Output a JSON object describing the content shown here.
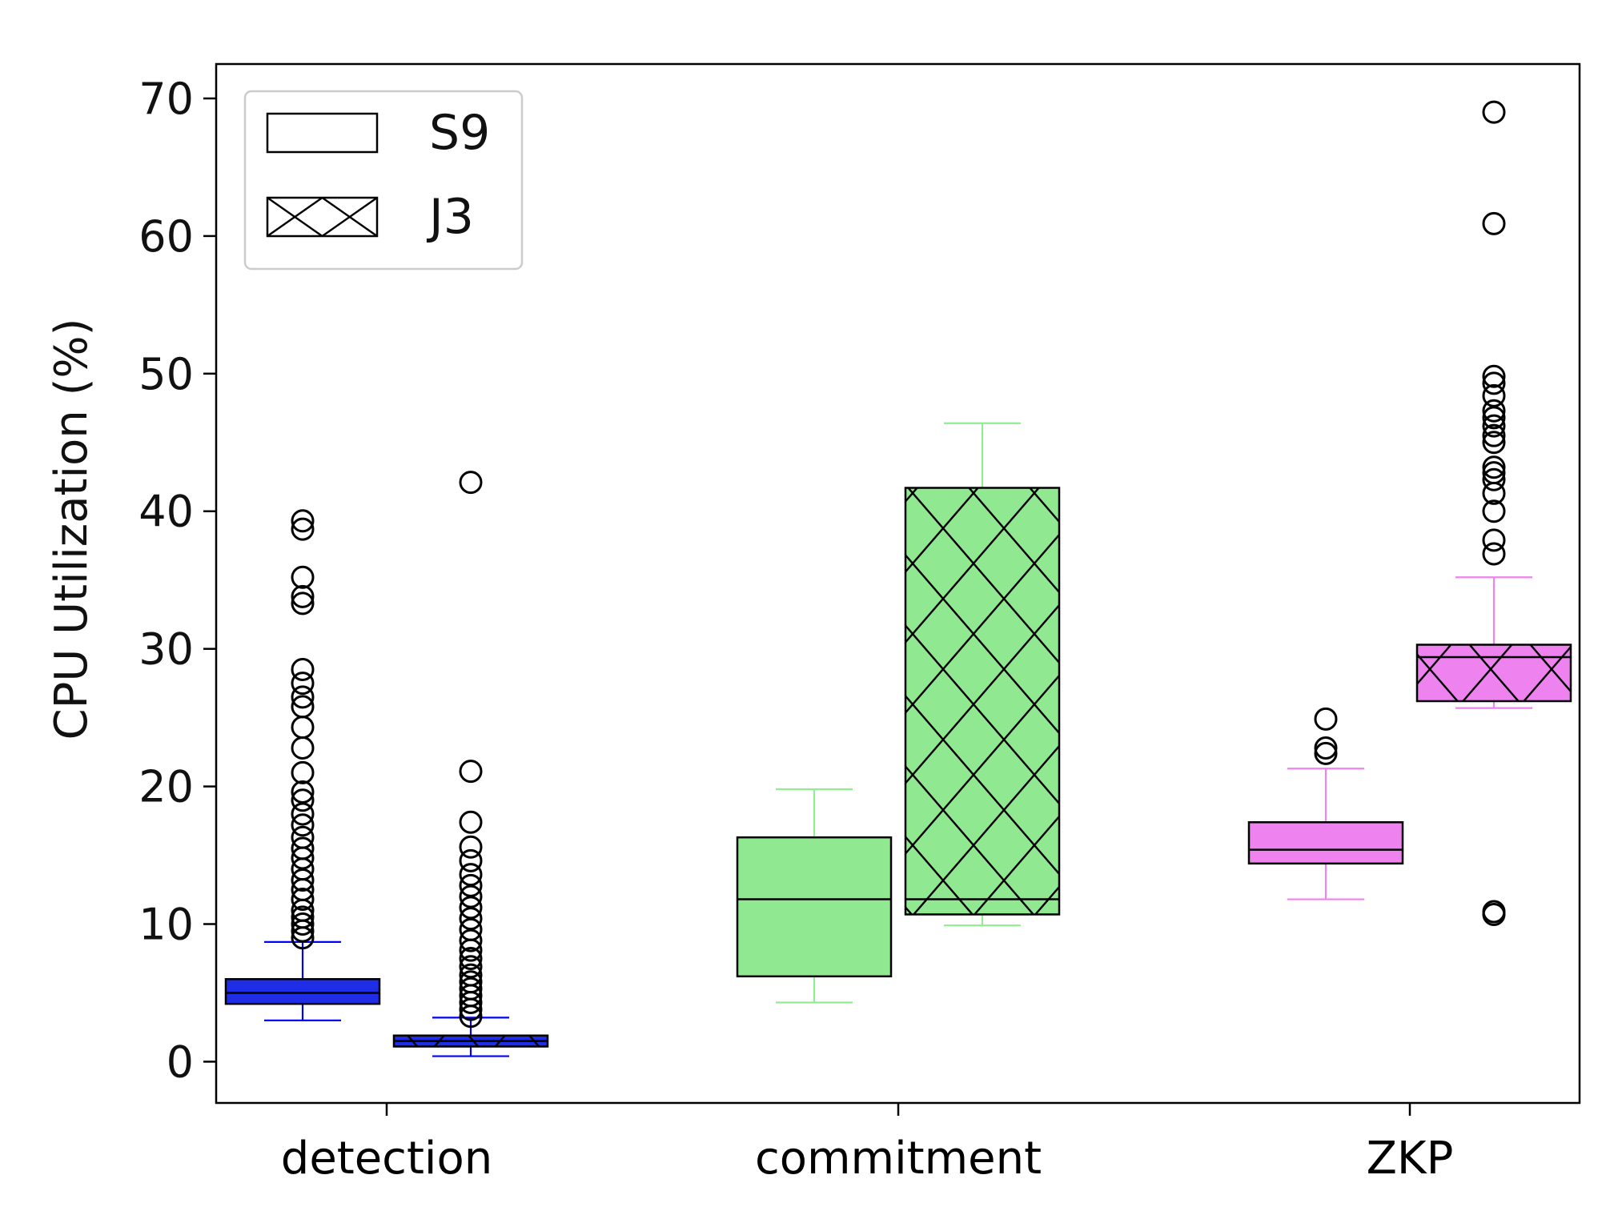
{
  "chart_data": {
    "type": "box",
    "ylabel": "CPU Utilization (%)",
    "xlabel": "",
    "ylim": [
      -3,
      72.5
    ],
    "yticks": [
      0,
      10,
      20,
      30,
      40,
      50,
      60,
      70
    ],
    "categories": [
      "detection",
      "commitment",
      "ZKP"
    ],
    "category_colors": [
      "#1f2ee6",
      "#90e890",
      "#ee82ee"
    ],
    "whisker_colors": [
      "#0000ff",
      "#90ee90",
      "#ee82ee"
    ],
    "legend": {
      "position": "top-left",
      "entries": [
        {
          "label": "S9",
          "hatch": "none"
        },
        {
          "label": "J3",
          "hatch": "cross"
        }
      ]
    },
    "series": [
      {
        "name": "S9",
        "hatch": "none",
        "boxes": [
          {
            "category": "detection",
            "whisker_low": 3.0,
            "q1": 4.2,
            "median": 5.0,
            "q3": 6.0,
            "whisker_high": 8.7,
            "outliers": [
              9.0,
              9.5,
              10.0,
              10.5,
              11.0,
              11.8,
              12.5,
              13.2,
              14.0,
              14.8,
              15.5,
              16.3,
              17.2,
              18.0,
              19.0,
              19.6,
              21.0,
              22.8,
              24.3,
              25.8,
              26.5,
              27.5,
              28.5,
              33.3,
              33.8,
              35.2,
              38.7,
              39.3
            ]
          },
          {
            "category": "commitment",
            "whisker_low": 4.3,
            "q1": 6.2,
            "median": 11.8,
            "q3": 16.3,
            "whisker_high": 19.8,
            "outliers": []
          },
          {
            "category": "ZKP",
            "whisker_low": 11.8,
            "q1": 14.4,
            "median": 15.4,
            "q3": 17.4,
            "whisker_high": 21.3,
            "outliers": [
              22.4,
              22.8,
              24.9
            ]
          }
        ]
      },
      {
        "name": "J3",
        "hatch": "cross",
        "boxes": [
          {
            "category": "detection",
            "whisker_low": 0.4,
            "q1": 1.1,
            "median": 1.5,
            "q3": 1.9,
            "whisker_high": 3.2,
            "outliers": [
              3.3,
              3.8,
              4.3,
              4.8,
              5.3,
              5.8,
              6.3,
              6.9,
              7.5,
              8.1,
              8.8,
              9.6,
              10.4,
              11.2,
              12.0,
              12.8,
              13.6,
              14.6,
              15.6,
              17.4,
              21.1,
              42.1
            ]
          },
          {
            "category": "commitment",
            "whisker_low": 9.9,
            "q1": 10.7,
            "median": 11.8,
            "q3": 41.7,
            "whisker_high": 46.4,
            "outliers": []
          },
          {
            "category": "ZKP",
            "whisker_low": 25.7,
            "q1": 26.2,
            "median": 29.4,
            "q3": 30.3,
            "whisker_high": 35.2,
            "outliers": [
              10.7,
              10.9,
              36.9,
              37.9,
              40.0,
              41.3,
              42.3,
              42.8,
              43.2,
              45.0,
              45.5,
              46.2,
              46.8,
              47.3,
              48.4,
              49.3,
              49.8,
              60.9,
              69.0
            ]
          }
        ]
      }
    ]
  }
}
